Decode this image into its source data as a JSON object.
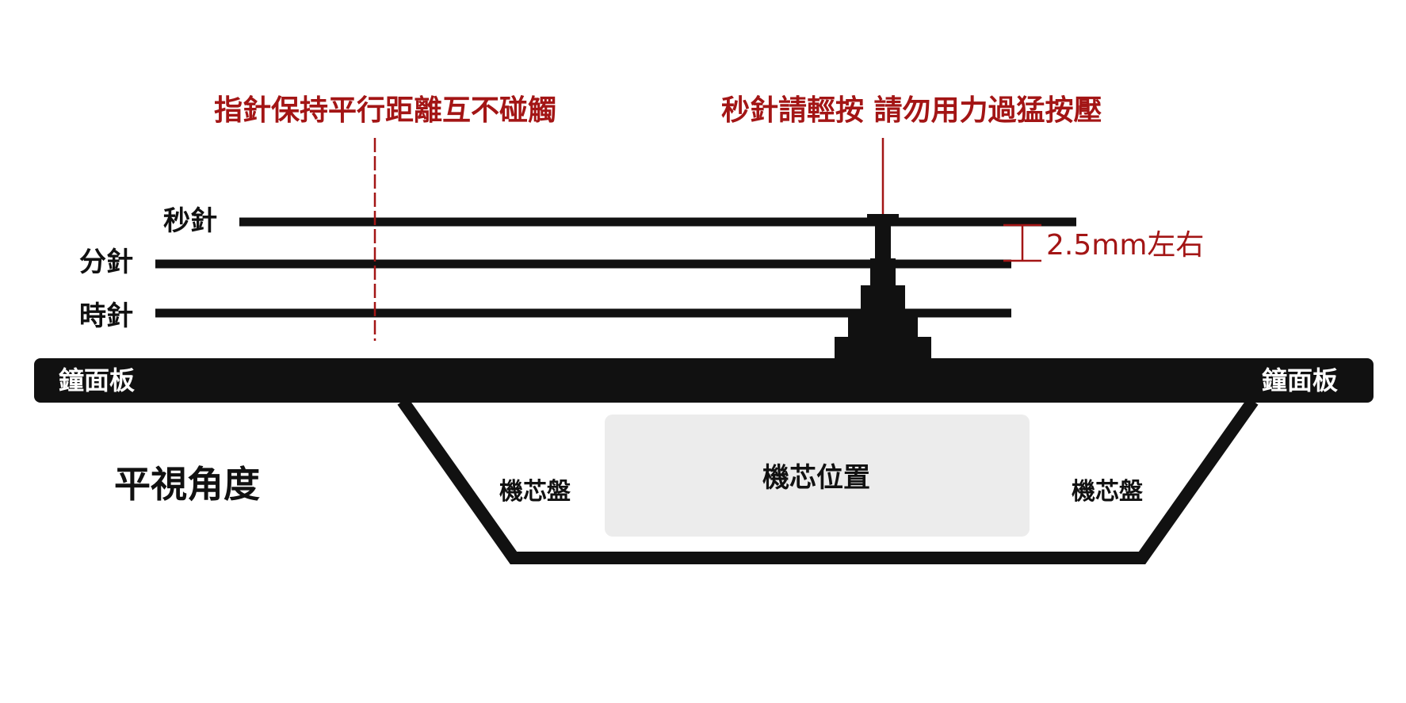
{
  "annotations": {
    "parallel_note": "指針保持平行距離互不碰觸",
    "press_note": "秒針請輕按 請勿用力過猛按壓",
    "gap_note": "2.5mm左右"
  },
  "hands": {
    "second": "秒針",
    "minute": "分針",
    "hour": "時針"
  },
  "dial": {
    "left": "鐘面板",
    "right": "鐘面板"
  },
  "movement": {
    "plate_left": "機芯盤",
    "plate_right": "機芯盤",
    "position": "機芯位置"
  },
  "view_label": "平視角度",
  "colors": {
    "ink": "#111111",
    "accent": "#a31515",
    "movement_fill": "#ececec"
  }
}
